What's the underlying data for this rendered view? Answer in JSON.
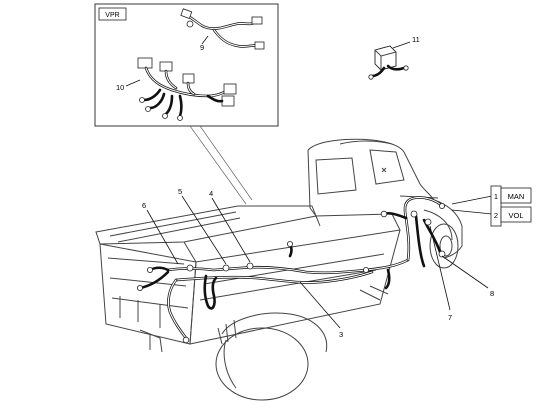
{
  "inset": {
    "label": "VPR"
  },
  "callouts": [
    {
      "id": "1",
      "text": "1"
    },
    {
      "id": "2",
      "text": "2"
    },
    {
      "id": "3",
      "text": "3"
    },
    {
      "id": "4",
      "text": "4"
    },
    {
      "id": "5",
      "text": "5"
    },
    {
      "id": "6",
      "text": "6"
    },
    {
      "id": "7",
      "text": "7"
    },
    {
      "id": "8",
      "text": "8"
    },
    {
      "id": "9",
      "text": "9"
    },
    {
      "id": "10",
      "text": "10"
    },
    {
      "id": "11",
      "text": "11"
    }
  ],
  "legend": [
    {
      "num": "1",
      "label": "MAN"
    },
    {
      "num": "2",
      "label": "VOL"
    }
  ]
}
